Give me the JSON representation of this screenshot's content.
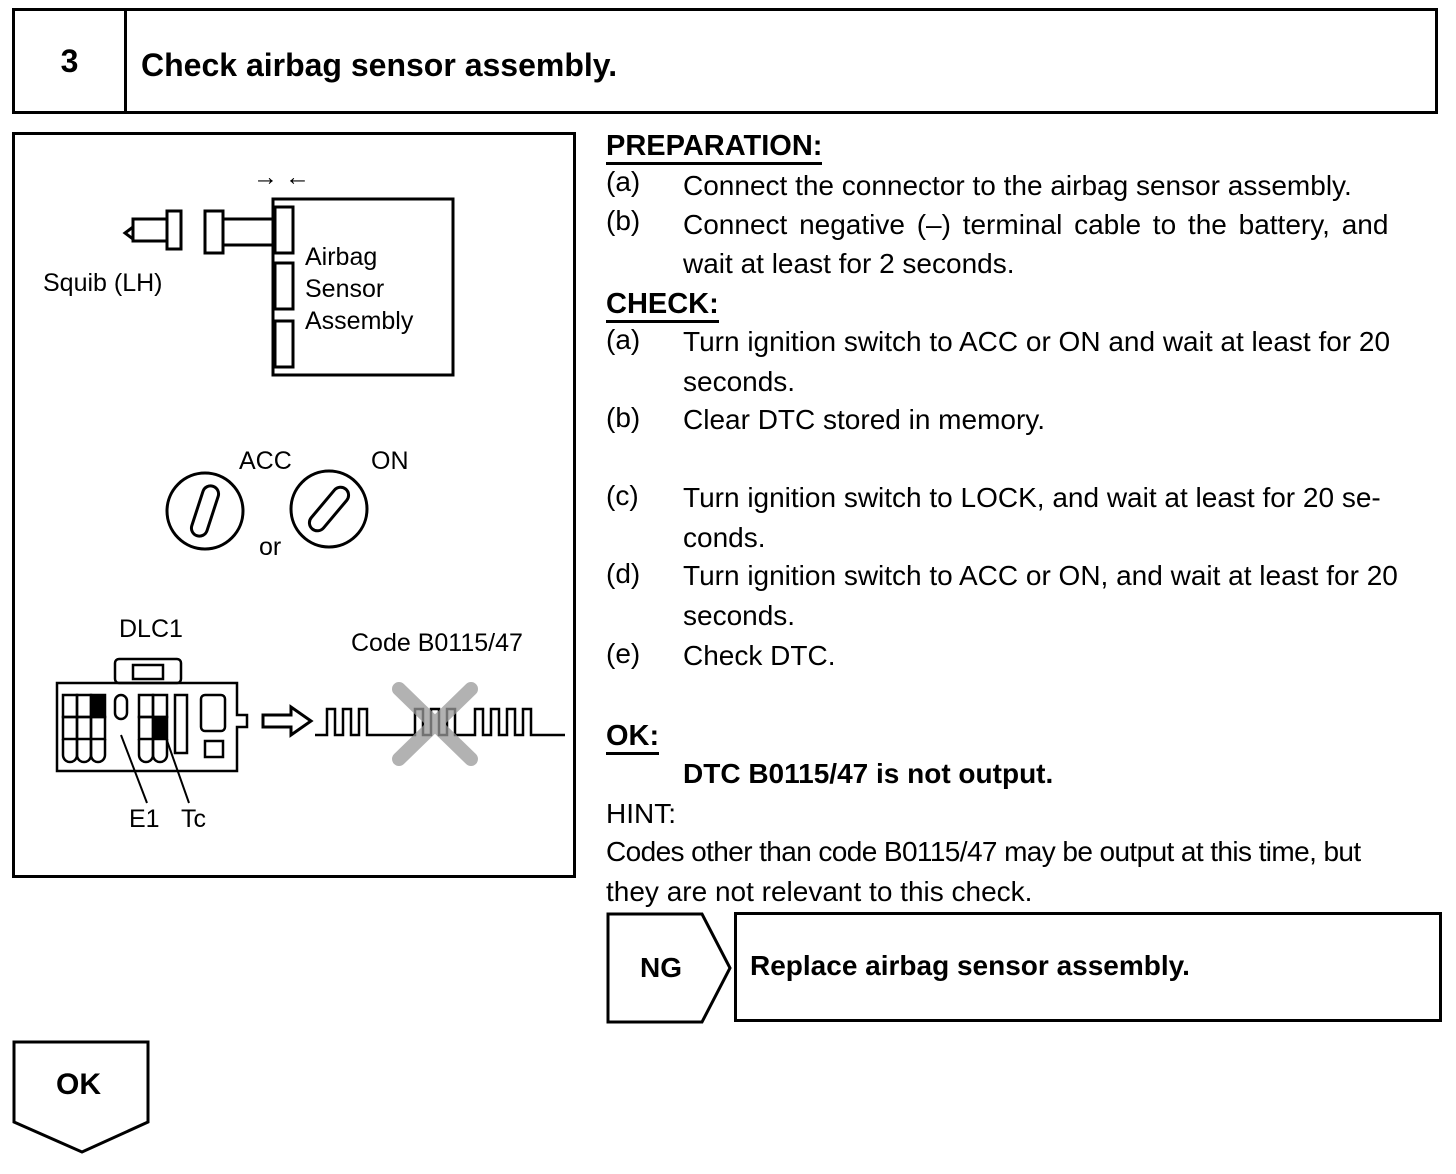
{
  "step": {
    "number": "3",
    "title": "Check airbag sensor assembly."
  },
  "figure": {
    "squib_label": "Squib (LH)",
    "sensor_label_lines": [
      "Airbag",
      "Sensor",
      "Assembly"
    ],
    "connect_arrows": "→ ←",
    "acc_label": "ACC",
    "on_label": "ON",
    "or_label": "or",
    "dlc_label": "DLC1",
    "code_label": "Code B0115/47",
    "e1_label": "E1",
    "tc_label": "Tc"
  },
  "preparation": {
    "heading": "PREPARATION:",
    "items": [
      {
        "letter": "(a)",
        "lines": [
          "Connect the connector to the airbag sensor assembly."
        ]
      },
      {
        "letter": "(b)",
        "lines": [
          "Connect negative (–) terminal cable to the battery, and",
          "wait at least for 2 seconds."
        ]
      }
    ]
  },
  "check": {
    "heading": "CHECK:",
    "items": [
      {
        "letter": "(a)",
        "lines": [
          "Turn ignition switch to ACC or ON and wait at least for 20",
          "seconds."
        ]
      },
      {
        "letter": "(b)",
        "lines": [
          "Clear DTC stored in memory."
        ]
      },
      {
        "letter": "(c)",
        "lines": [
          "Turn ignition switch to LOCK, and wait at least for 20 se-",
          "conds."
        ]
      },
      {
        "letter": "(d)",
        "lines": [
          "Turn ignition switch to ACC or ON, and wait at least for 20",
          "seconds."
        ]
      },
      {
        "letter": "(e)",
        "lines": [
          "Check DTC."
        ]
      }
    ]
  },
  "ok_section": {
    "heading": "OK:",
    "result": "DTC B0115/47 is not output.",
    "hint_label": "HINT:",
    "hint_lines": [
      "Codes other than code B0115/47 may be output at this time, but",
      "they are not relevant to this check."
    ]
  },
  "ng": {
    "label": "NG",
    "action": "Replace airbag sensor assembly."
  },
  "ok_next": {
    "label": "OK"
  }
}
